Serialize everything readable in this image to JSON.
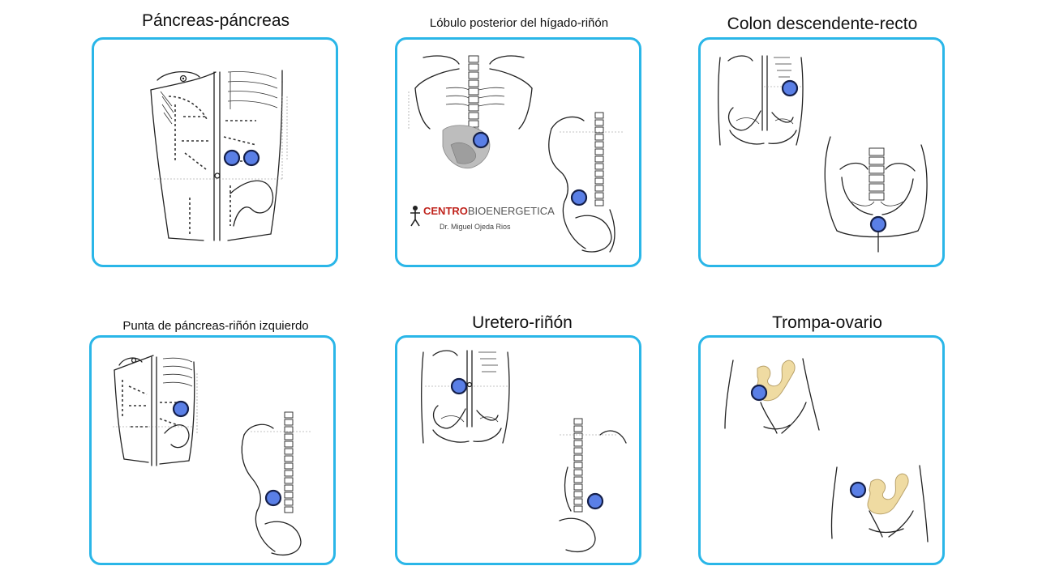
{
  "panels": [
    {
      "title": "Páncreas-páncreas"
    },
    {
      "title": "Lóbulo posterior del hígado-riñón"
    },
    {
      "title": "Colon descendente-recto"
    },
    {
      "title": "Punta de páncreas-riñón izquierdo"
    },
    {
      "title": "Uretero-riñón"
    },
    {
      "title": "Trompa-ovario"
    }
  ],
  "logo": {
    "brand_bold": "CENTRO",
    "brand_rest": "BIOENERGETICA",
    "author": "Dr. Miguel Ojeda Rios"
  },
  "colors": {
    "frame": "#2ab6e8",
    "point_fill": "#5a7fe6",
    "point_outline": "#15204a",
    "brand_red": "#c0241d",
    "organ": "#efdba2"
  },
  "icons": [
    "meridian-point-marker",
    "figure-logo-icon"
  ]
}
